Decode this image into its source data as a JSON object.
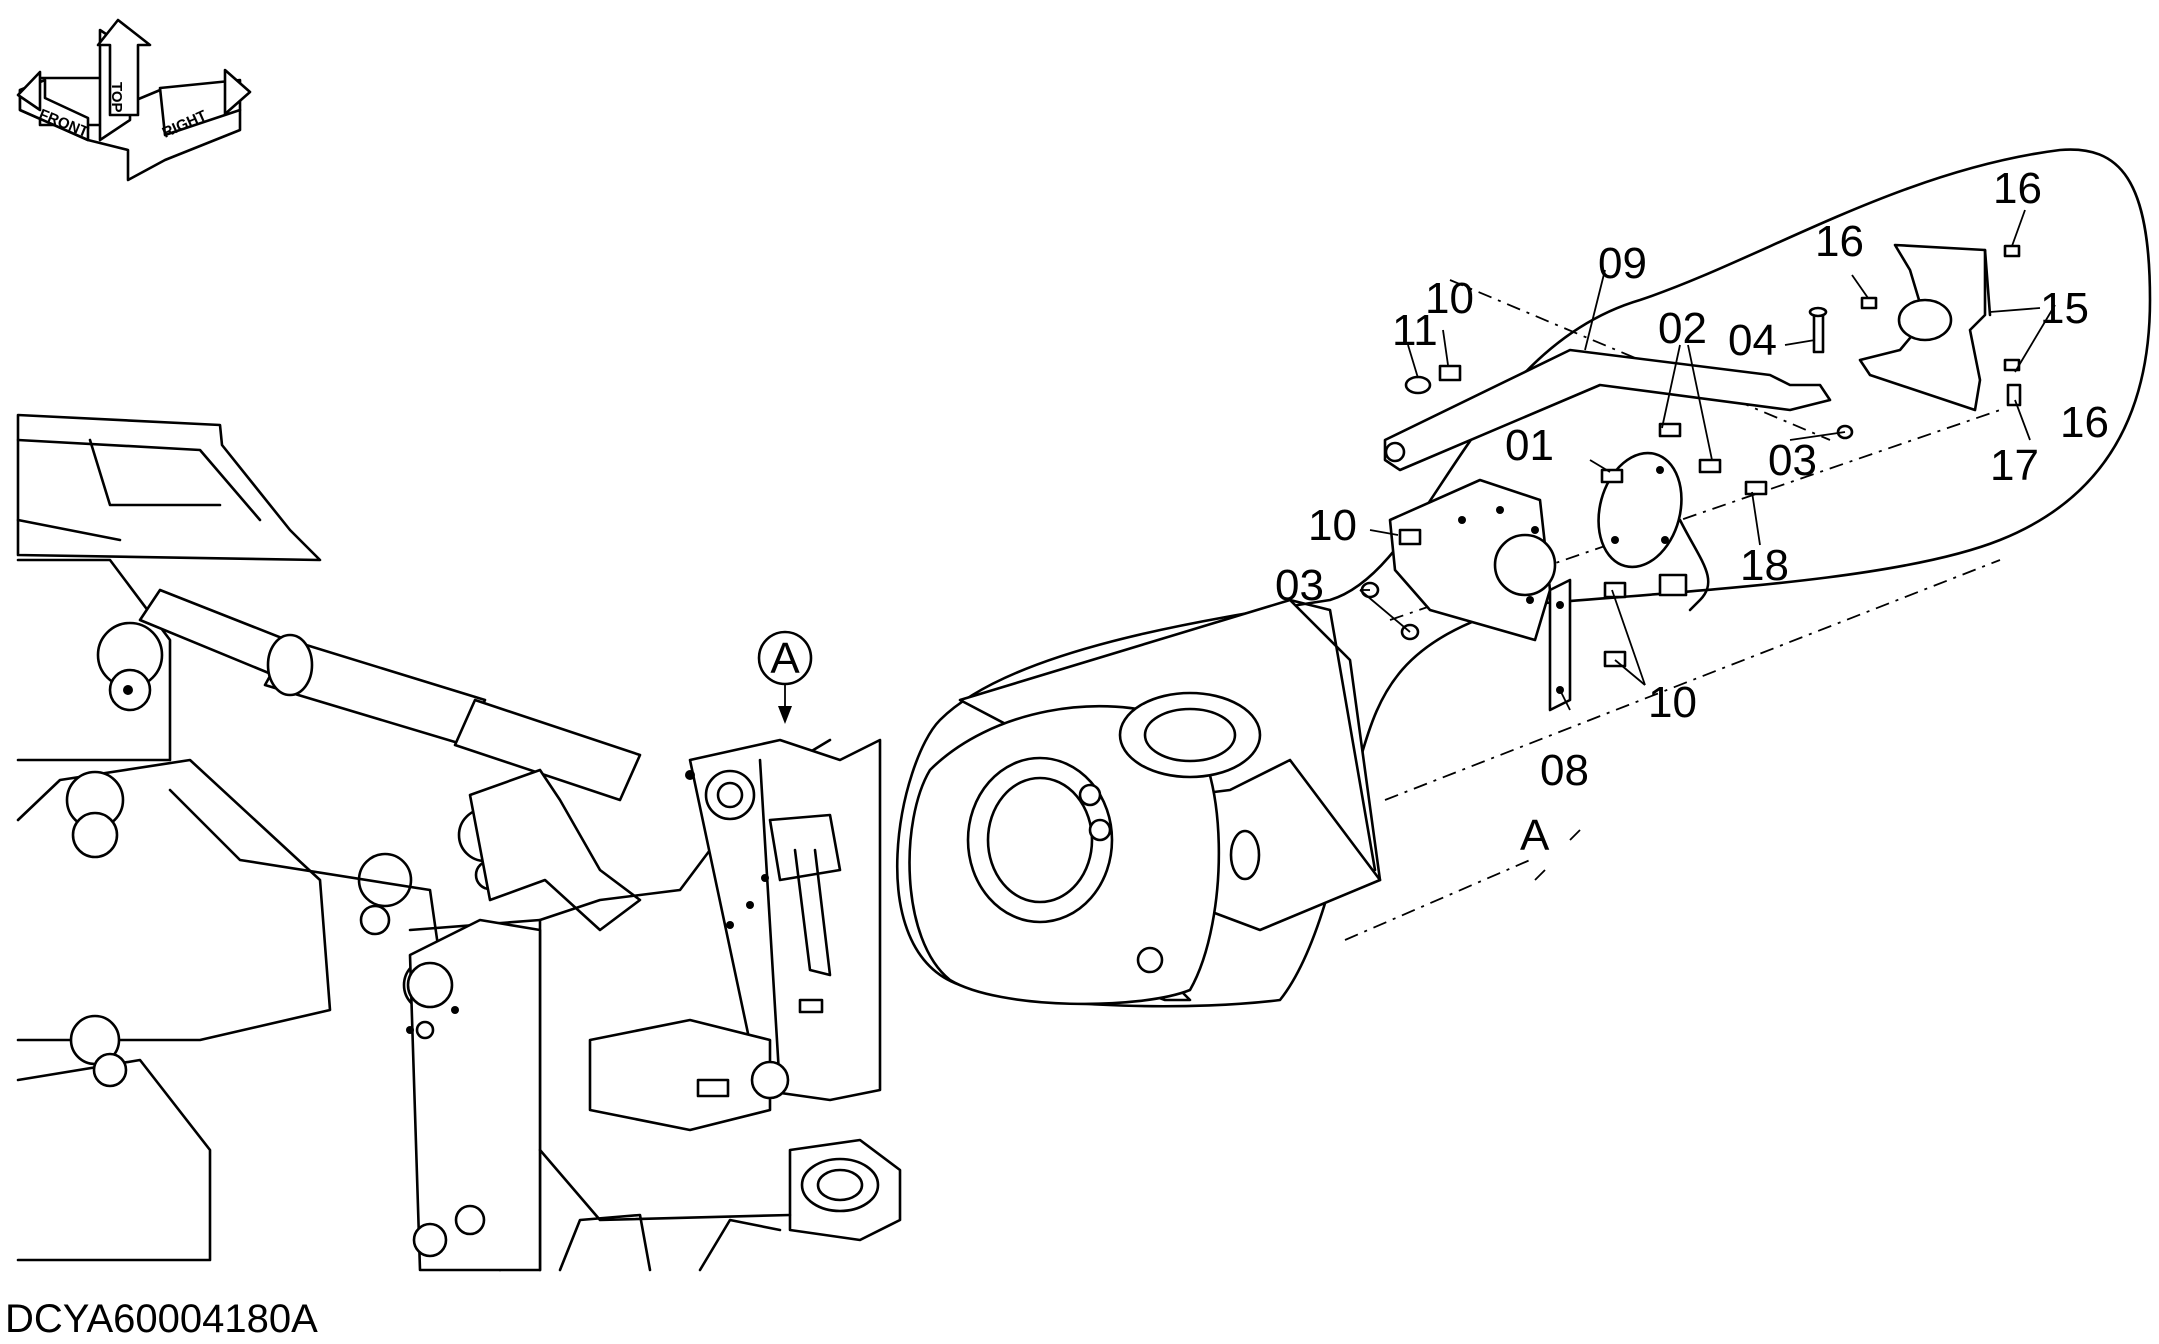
{
  "orientation": {
    "front": "FRONT",
    "top": "TOP",
    "right": "RIGHT"
  },
  "detail_marker": "A",
  "detail_label": "A",
  "callouts": {
    "c01": "01",
    "c02": "02",
    "c03a": "03",
    "c03b": "03",
    "c04": "04",
    "c08": "08",
    "c09": "09",
    "c10a": "10",
    "c10b": "10",
    "c10c": "10",
    "c11": "11",
    "c15": "15",
    "c16a": "16",
    "c16b": "16",
    "c16c": "16",
    "c17": "17",
    "c18": "18"
  },
  "drawing_code": "DCYA60004180A"
}
